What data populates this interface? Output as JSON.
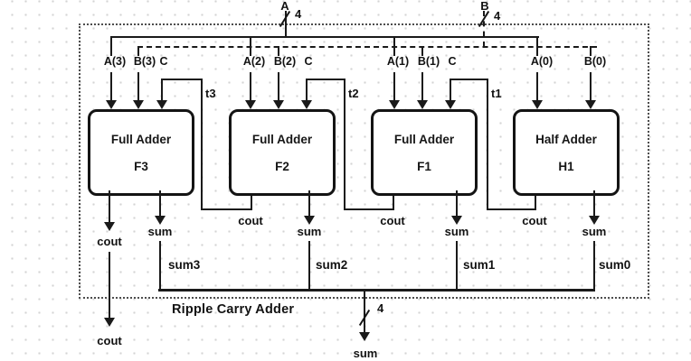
{
  "title": "Ripple Carry Adder",
  "top_inputs": {
    "a_label": "A",
    "a_width": "4",
    "b_label": "B",
    "b_width": "4"
  },
  "adders": [
    {
      "type": "Full Adder",
      "id": "F3",
      "pin_a": "A(3)",
      "pin_b": "B(3)",
      "pin_c": "C",
      "cout": "cout",
      "sum": "sum",
      "sum_net": "sum3"
    },
    {
      "type": "Full Adder",
      "id": "F2",
      "pin_a": "A(2)",
      "pin_b": "B(2)",
      "pin_c": "C",
      "cout": "cout",
      "sum": "sum",
      "sum_net": "sum2",
      "carry_net": "t3"
    },
    {
      "type": "Full Adder",
      "id": "F1",
      "pin_a": "A(1)",
      "pin_b": "B(1)",
      "pin_c": "C",
      "cout": "cout",
      "sum": "sum",
      "sum_net": "sum1",
      "carry_net": "t2"
    },
    {
      "type": "Half Adder",
      "id": "H1",
      "pin_a": "A(0)",
      "pin_b": "B(0)",
      "cout": "cout",
      "sum": "sum",
      "sum_net": "sum0",
      "carry_net": "t1"
    }
  ],
  "outputs": {
    "cout_label": "cout",
    "sum_label": "sum",
    "sum_width": "4"
  }
}
